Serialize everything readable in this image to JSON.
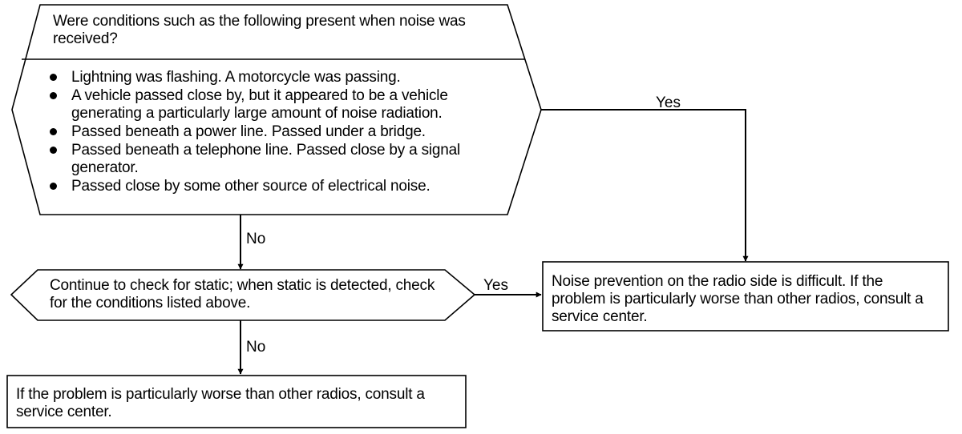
{
  "decision1": {
    "question": "Were conditions such as the following present when noise was received?",
    "conditions": [
      "Lightning was flashing. A motorcycle was passing.",
      "A vehicle passed close by, but it appeared to be a vehicle generating a particularly large amount of noise radiation.",
      "Passed beneath a power line. Passed under a bridge.",
      "Passed beneath a telephone line. Passed close by a signal generator.",
      "Passed close by some other source of electrical noise."
    ]
  },
  "decision2": {
    "text": "Continue to check for static; when static is detected, check for the conditions listed above."
  },
  "results": {
    "radio_side": "Noise prevention on the radio side is difficult. If the problem is particularly worse than other radios, consult a service center.",
    "service_center": "If the problem is particularly worse than other radios, consult a service center."
  },
  "edges": {
    "yes1": "Yes",
    "no1": "No",
    "yes2": "Yes",
    "no2": "No"
  }
}
